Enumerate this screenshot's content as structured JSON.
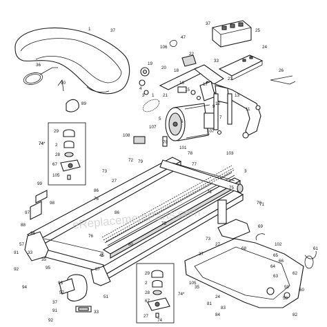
{
  "watermark": "eReplacementParts.com",
  "callouts": [
    {
      "label": "1"
    },
    {
      "label": "37"
    },
    {
      "label": "106"
    },
    {
      "label": "47"
    },
    {
      "label": "37"
    },
    {
      "label": "25"
    },
    {
      "label": "24"
    },
    {
      "label": "36"
    },
    {
      "label": "90"
    },
    {
      "label": "89"
    },
    {
      "label": "22"
    },
    {
      "label": "33"
    },
    {
      "label": "19"
    },
    {
      "label": "20"
    },
    {
      "label": "18"
    },
    {
      "label": "23"
    },
    {
      "label": "26"
    },
    {
      "label": "4"
    },
    {
      "label": "16"
    },
    {
      "label": "15"
    },
    {
      "label": "17"
    },
    {
      "label": "3"
    },
    {
      "label": "1"
    },
    {
      "label": "21"
    },
    {
      "label": "13"
    },
    {
      "label": "9"
    },
    {
      "label": "5"
    },
    {
      "label": "6"
    },
    {
      "label": "12"
    },
    {
      "label": "11"
    },
    {
      "label": "7"
    },
    {
      "label": "107"
    },
    {
      "label": "108"
    },
    {
      "label": "70"
    },
    {
      "label": "101"
    },
    {
      "label": "107"
    },
    {
      "label": "78"
    },
    {
      "label": "72"
    },
    {
      "label": "73"
    },
    {
      "label": "27"
    },
    {
      "label": "77"
    },
    {
      "label": "103"
    },
    {
      "label": "74"
    },
    {
      "label": "29"
    },
    {
      "label": "2"
    },
    {
      "label": "28"
    },
    {
      "label": "67"
    },
    {
      "label": "105"
    },
    {
      "label": "79"
    },
    {
      "label": "75"
    },
    {
      "label": "71"
    },
    {
      "label": "99"
    },
    {
      "label": "98"
    },
    {
      "label": "86"
    },
    {
      "label": "76"
    },
    {
      "label": "97"
    },
    {
      "label": "86"
    },
    {
      "label": "70"
    },
    {
      "label": "72"
    },
    {
      "label": "75"
    },
    {
      "label": "69"
    },
    {
      "label": "96"
    },
    {
      "label": "57"
    },
    {
      "label": "76"
    },
    {
      "label": "80"
    },
    {
      "label": "73"
    },
    {
      "label": "27"
    },
    {
      "label": "68"
    },
    {
      "label": "102"
    },
    {
      "label": "61"
    },
    {
      "label": "91"
    },
    {
      "label": "92"
    },
    {
      "label": "33"
    },
    {
      "label": "35"
    },
    {
      "label": "95"
    },
    {
      "label": "45"
    },
    {
      "label": "87"
    },
    {
      "label": "37"
    },
    {
      "label": "65"
    },
    {
      "label": "66"
    },
    {
      "label": "64"
    },
    {
      "label": "63"
    },
    {
      "label": "62"
    },
    {
      "label": "59"
    },
    {
      "label": "60"
    },
    {
      "label": "58"
    },
    {
      "label": "94"
    },
    {
      "label": "93"
    },
    {
      "label": "57"
    },
    {
      "label": "51"
    },
    {
      "label": "29"
    },
    {
      "label": "2"
    },
    {
      "label": "28"
    },
    {
      "label": "67"
    },
    {
      "label": "74"
    },
    {
      "label": "105"
    },
    {
      "label": "35"
    },
    {
      "label": "24"
    },
    {
      "label": "83"
    },
    {
      "label": "81"
    },
    {
      "label": "84"
    },
    {
      "label": "82"
    },
    {
      "label": "37"
    },
    {
      "label": "91"
    },
    {
      "label": "92"
    },
    {
      "label": "33"
    },
    {
      "label": "88"
    },
    {
      "label": "3"
    },
    {
      "label": "3"
    },
    {
      "label": "27"
    }
  ],
  "inset_upper_label": "74*",
  "inset_lower_label": "74*"
}
